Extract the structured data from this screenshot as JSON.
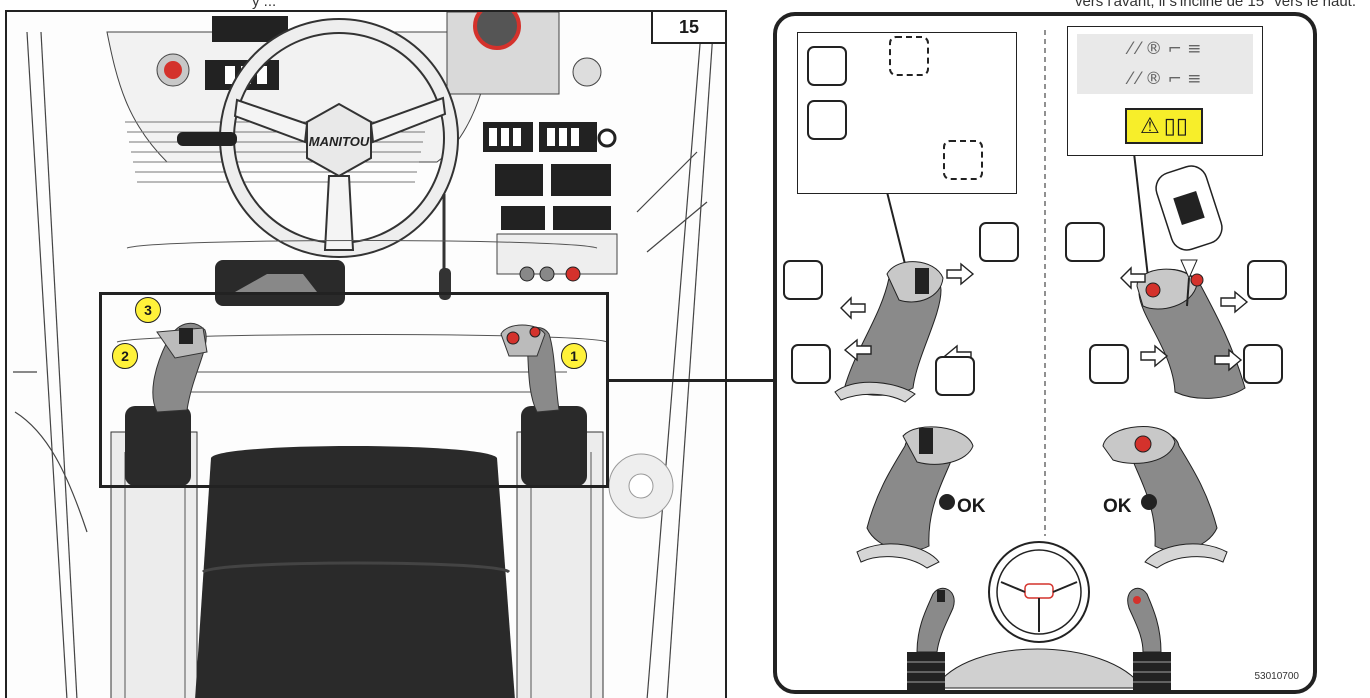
{
  "header": {
    "left_text": "y ...",
    "right_text": "vers l'avant, il s'incline de 15° vers le haut."
  },
  "figure": {
    "number": "15",
    "callouts": [
      "1",
      "2",
      "3"
    ],
    "steering_wheel_brand": "MANITOU",
    "ok_left": "OK",
    "ok_right": "OK",
    "reference_code": "53010700"
  },
  "colors": {
    "callout_fill": "#fff23a",
    "warning_fill": "#f7ee2a",
    "joystick_grey": "#8a8a8a",
    "seat_black": "#2a2a2a",
    "red_button": "#d4322c"
  }
}
